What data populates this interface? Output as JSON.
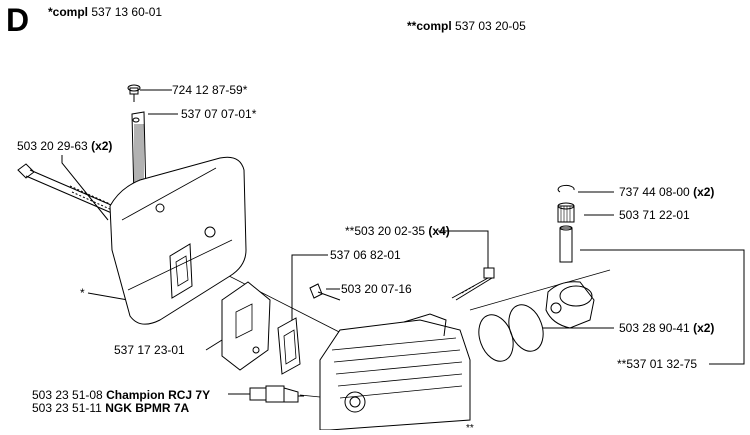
{
  "section": "D",
  "header": {
    "kit_a_prefix": "*compl",
    "kit_a_number": "537 13 60-01",
    "kit_b_prefix": "**compl",
    "kit_b_number": "537 03 20-05"
  },
  "parts": {
    "screw_top": {
      "number": "724 12 87-59*"
    },
    "strap": {
      "number": "537 07 07-01*"
    },
    "long_bolt": {
      "number": "503 20 29-63",
      "qty": "(x2)"
    },
    "muffler_marker": {
      "text": "*"
    },
    "bracket": {
      "number": "537 17 23-01"
    },
    "gasket_label": {
      "number": "537 06 82-01"
    },
    "cyl_screw": {
      "number": "503 20 07-16"
    },
    "cyl_bolt": {
      "number": "**503 20 02-35",
      "qty": "(x4)"
    },
    "circlip": {
      "number": "737 44 08-00",
      "qty": "(x2)"
    },
    "bearing": {
      "number": "503 71 22-01"
    },
    "piston_rings": {
      "number": "503 28 90-41",
      "qty": "(x2)"
    },
    "piston_kit": {
      "number": "**537 01 32-75"
    },
    "spark_plug_1": {
      "number": "503 23 51-08",
      "brand": "Champion RCJ 7Y"
    },
    "spark_plug_2": {
      "number": "503 23 51-11",
      "brand": "NGK BPMR 7A"
    }
  },
  "corner_marker": "**"
}
